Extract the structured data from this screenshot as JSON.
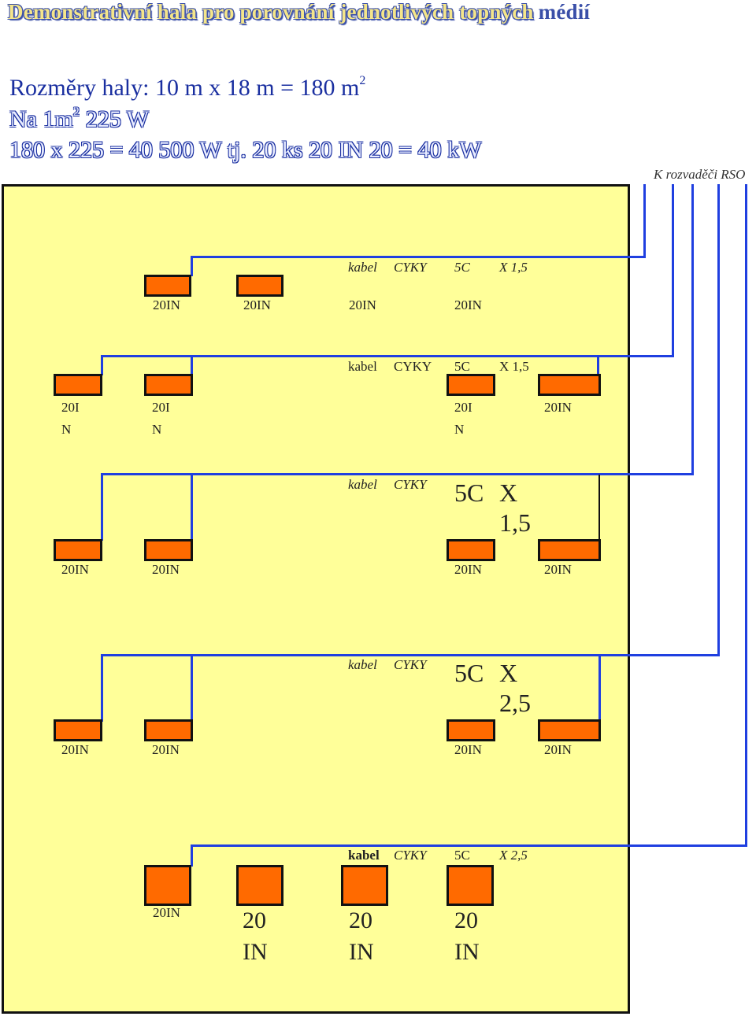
{
  "title": {
    "main": "Demonstrativní hala pro porovnání jednotlivých topných",
    "last": "médií"
  },
  "dimensions": {
    "line1_prefix": "Rozměry haly: 10 m  x 18  m   =  180 m",
    "line1_sup": "2",
    "line2_prefix": "Na 1m",
    "line2_sup": "2",
    "line2_suffix": "225 W",
    "line3": "180 x 225 = 40 500 W tj. 20 ks 20 IN 20 = 40 kW"
  },
  "distribution_label": "K rozvaděči RSO",
  "rows": [
    {
      "cable": [
        "kabel",
        "CYKY",
        "5C",
        "X 1,5"
      ],
      "heater_labels": [
        "20IN",
        "20IN",
        "20IN",
        "20IN"
      ]
    },
    {
      "cable": [
        "kabel",
        "CYKY",
        "5C",
        "X 1,5"
      ],
      "heater_labels": [
        "20I\nN",
        "20I\nN",
        "20I\nN",
        "20IN"
      ]
    },
    {
      "cable": [
        "kabel",
        "CYKY",
        "5C",
        "X\n1,5"
      ],
      "heater_labels": [
        "20IN",
        "20IN",
        "20IN",
        "20IN"
      ]
    },
    {
      "cable": [
        "kabel",
        "CYKY",
        "5C",
        "X\n2,5"
      ],
      "heater_labels": [
        "20IN",
        "20IN",
        "20IN",
        "20IN"
      ]
    },
    {
      "cable": [
        "kabel",
        "CYKY",
        "5C",
        "X 2,5"
      ],
      "heater_labels": [
        "20IN",
        "20\nIN",
        "20\nIN",
        "20\nIN"
      ]
    }
  ],
  "colors": {
    "hall": "#ffff99",
    "wire": "#1f3fe0",
    "heater": "#ff6a00",
    "title_fill": "#f4e58a",
    "title_outline": "#3a4fa8"
  }
}
